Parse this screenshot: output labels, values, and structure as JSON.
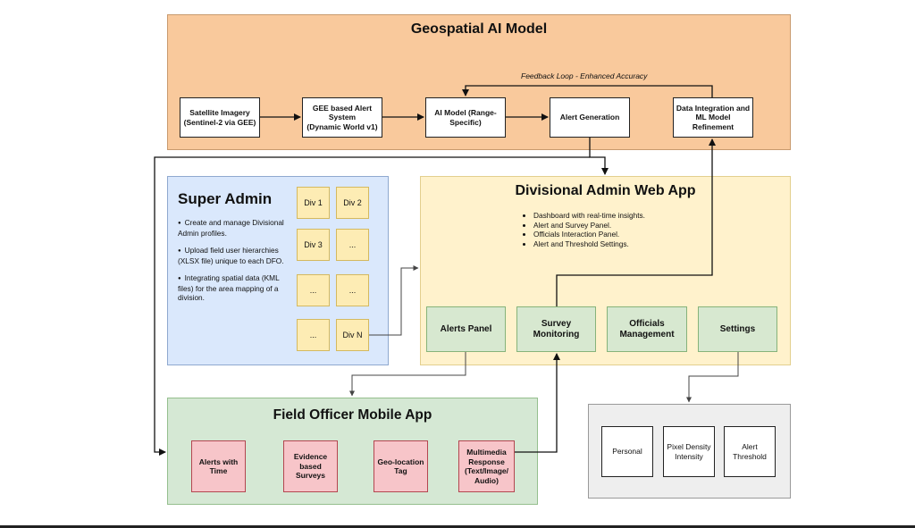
{
  "geospatial": {
    "title": "Geospatial AI Model",
    "feedback_label": "Feedback Loop - Enhanced Accuracy",
    "nodes": [
      "Satellite Imagery\n(Sentinel-2 via GEE)",
      "GEE based Alert\nSystem\n(Dynamic World v1)",
      "AI Model (Range-\nSpecific)",
      "Alert Generation",
      "Data Integration and\nML Model\nRefinement"
    ]
  },
  "super_admin": {
    "title": "Super Admin",
    "bullets": [
      "Create and manage Divisional Admin profiles.",
      "Upload field user hierarchies (XLSX file) unique to each DFO.",
      "Integrating spatial data (KML files) for the area mapping of a division."
    ],
    "divisions": [
      "Div 1",
      "Div 2",
      "Div 3",
      "...",
      "...",
      "...",
      "...",
      "Div N"
    ]
  },
  "divisional_admin": {
    "title": "Divisional Admin Web App",
    "bullets": [
      "Dashboard with real-time insights.",
      "Alert and Survey Panel.",
      "Officials Interaction Panel.",
      "Alert and Threshold Settings."
    ],
    "panels": [
      "Alerts Panel",
      "Survey\nMonitoring",
      "Officials\nManagement",
      "Settings"
    ]
  },
  "field_officer": {
    "title": "Field Officer Mobile App",
    "items": [
      "Alerts with\nTime",
      "Evidence\nbased\nSurveys",
      "Geo-location\nTag",
      "Multimedia\nResponse\n(Text/Image/\nAudio)"
    ]
  },
  "settings_group": {
    "items": [
      "Personal",
      "Pixel Density\nIntensity",
      "Alert\nThreshold"
    ]
  },
  "colors": {
    "geospatial_bg": "#f9c99c",
    "super_admin_bg": "#dae8fc",
    "divisional_bg": "#fff2cc",
    "field_bg": "#d5e8d4",
    "settings_bg": "#eeeeee"
  }
}
